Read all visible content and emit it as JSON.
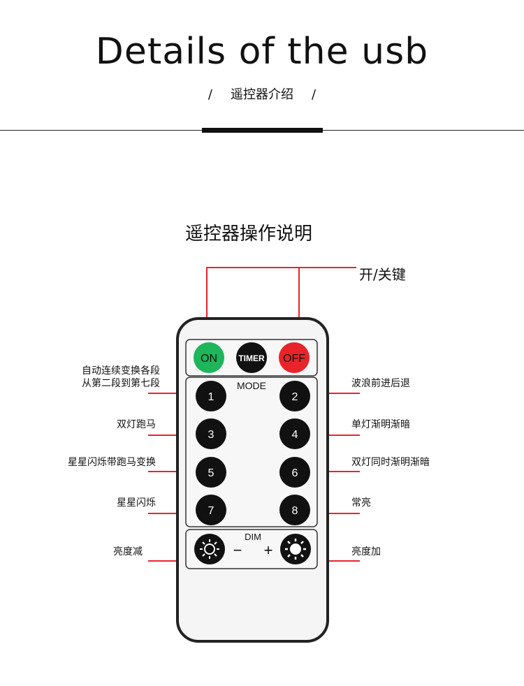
{
  "header": {
    "title": "Details of the usb",
    "subtitle": "遥控器介绍",
    "slash_left": "/",
    "slash_right": "/"
  },
  "section": {
    "title": "遥控器操作说明",
    "power_label": "开/关键"
  },
  "remote": {
    "top_buttons": [
      {
        "label": "ON",
        "color": "#1fb55a"
      },
      {
        "label": "TIMER",
        "color": "#111111"
      },
      {
        "label": "OFF",
        "color": "#e8242a"
      }
    ],
    "mode_label": "MODE",
    "mode_buttons": [
      "1",
      "2",
      "3",
      "4",
      "5",
      "6",
      "7",
      "8"
    ],
    "dim_label": "DIM",
    "minus": "−",
    "plus": "+"
  },
  "labels_left": [
    {
      "line1": "自动连续变换各段",
      "line2": "从第二段到第七段"
    },
    {
      "line1": "双灯跑马"
    },
    {
      "line1": "星星闪烁带跑马变换"
    },
    {
      "line1": "星星闪烁"
    },
    {
      "line1": "亮度减"
    }
  ],
  "labels_right": [
    {
      "line1": "波浪前进后退"
    },
    {
      "line1": "单灯渐明渐暗"
    },
    {
      "line1": "双灯同时渐明渐暗"
    },
    {
      "line1": "常亮"
    },
    {
      "line1": "亮度加"
    }
  ],
  "colors": {
    "callout": "#e8242a",
    "remote_body": "#f5f5f5",
    "remote_outline": "#222222",
    "button": "#111111"
  }
}
